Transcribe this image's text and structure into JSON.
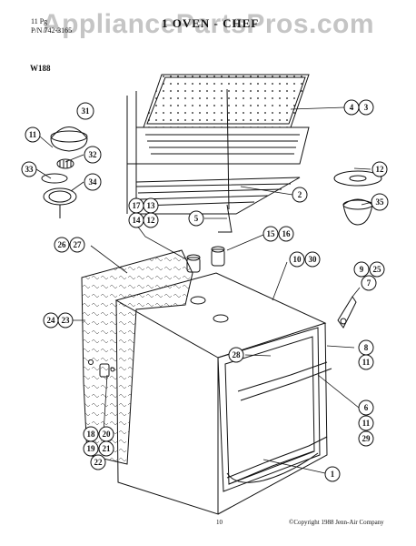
{
  "watermark": "AppliancePartsPros.com",
  "header": {
    "line1": "11 Pg",
    "line2": "P/N 742-3165",
    "title": "1 OVEN - CHEF",
    "model": "W188"
  },
  "footer": {
    "page": "10",
    "copyright": "©Copyright 1988 Jenn-Air Company"
  },
  "callouts": [
    "1",
    "2",
    "3",
    "4",
    "5",
    "6",
    "7",
    "8",
    "9",
    "10",
    "11",
    "12",
    "13",
    "14",
    "15",
    "16",
    "17",
    "18",
    "19",
    "20",
    "21",
    "22",
    "23",
    "24",
    "25",
    "26",
    "27",
    "28",
    "29",
    "30",
    "31",
    "32",
    "33",
    "34",
    "35"
  ]
}
